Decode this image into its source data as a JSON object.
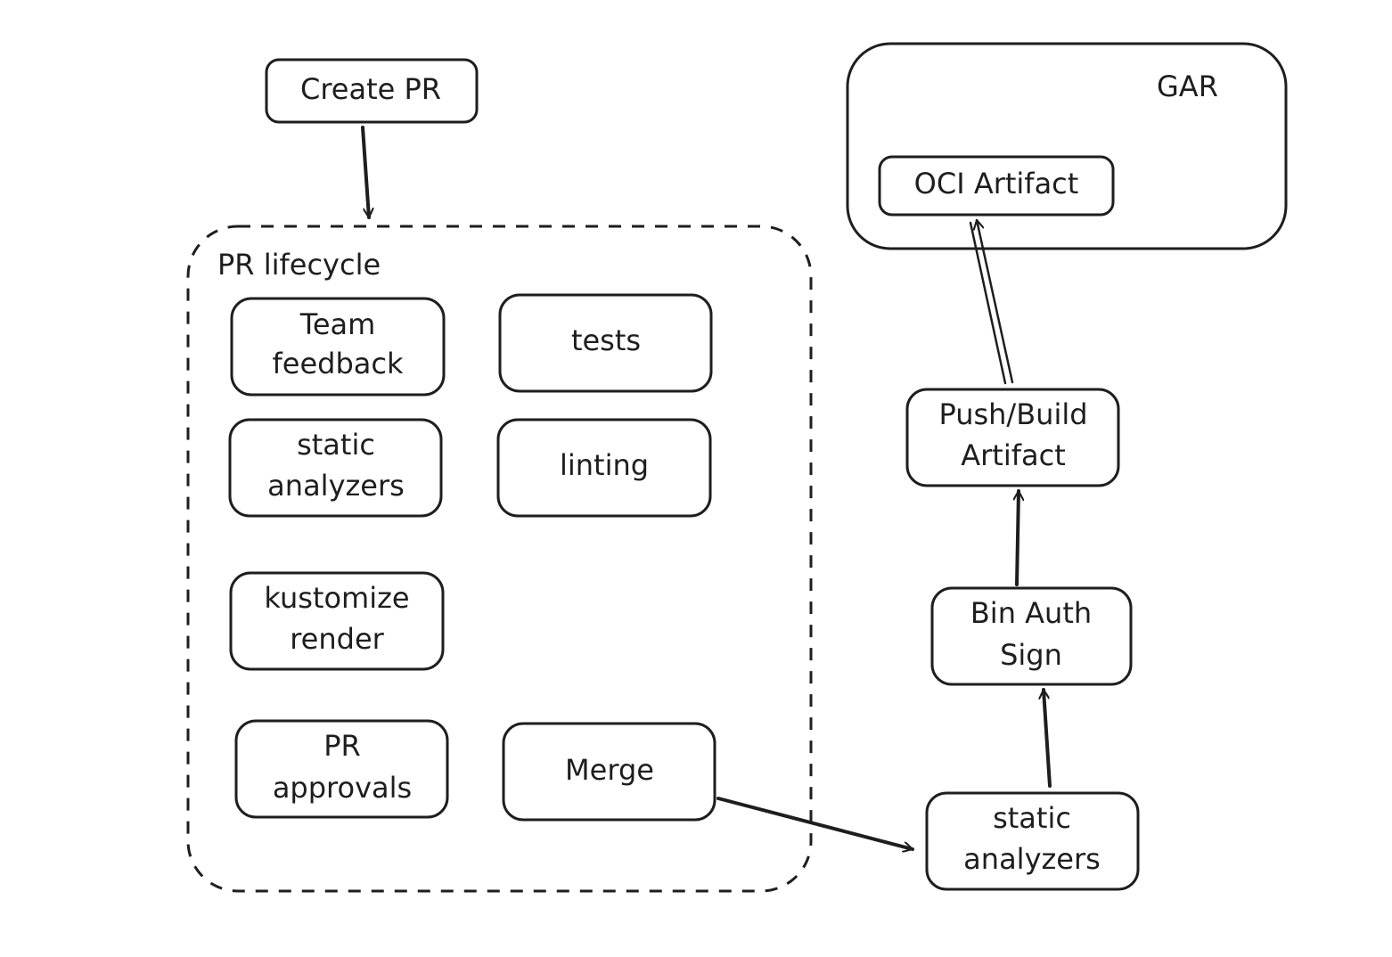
{
  "diagram": {
    "nodes": {
      "create_pr": "Create PR",
      "team_feedback": [
        "Team",
        "feedback"
      ],
      "tests": "tests",
      "static_analyzers_inner": [
        "static",
        "analyzers"
      ],
      "linting": "linting",
      "kustomize_render": [
        "kustomize",
        "render"
      ],
      "pr_approvals": [
        "PR",
        "approvals"
      ],
      "merge": "Merge",
      "static_analyzers_outer": [
        "static",
        "analyzers"
      ],
      "bin_auth_sign": [
        "Bin Auth",
        "Sign"
      ],
      "push_build_artifact": [
        "Push/Build",
        "Artifact"
      ],
      "oci_artifact": "OCI Artifact"
    },
    "groups": {
      "pr_lifecycle": "PR lifecycle",
      "gar": "GAR"
    },
    "edges": [
      {
        "from": "Create PR",
        "to": "PR lifecycle"
      },
      {
        "from": "Merge",
        "to": "static analyzers"
      },
      {
        "from": "static analyzers",
        "to": "Bin Auth Sign"
      },
      {
        "from": "Bin Auth Sign",
        "to": "Push/Build Artifact"
      },
      {
        "from": "Push/Build Artifact",
        "to": "OCI Artifact"
      }
    ]
  }
}
